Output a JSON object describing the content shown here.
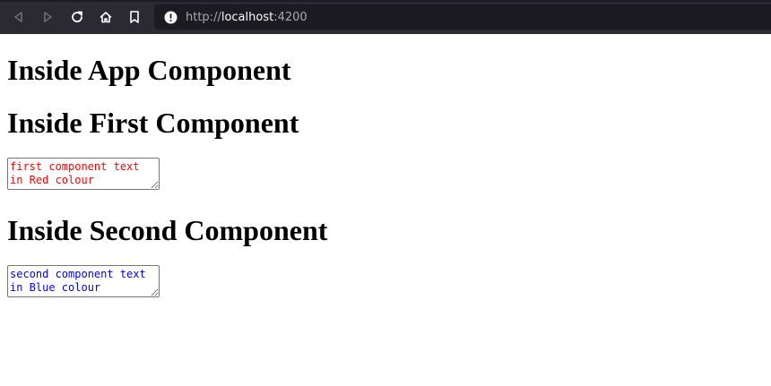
{
  "browser": {
    "url_prefix": "http://",
    "url_host": "localhost",
    "url_port": ":4200",
    "icons": [
      "back-icon",
      "forward-icon",
      "reload-icon",
      "home-icon",
      "bookmark-icon",
      "info-icon"
    ]
  },
  "page": {
    "app_heading": "Inside App Component",
    "first_heading": "Inside First Component",
    "first_textarea_value": "first component text in Red colour",
    "first_text_color": "#ff0000",
    "second_heading": "Inside Second Component",
    "second_textarea_value": "second component text in Blue colour",
    "second_text_color": "#0000ff"
  }
}
